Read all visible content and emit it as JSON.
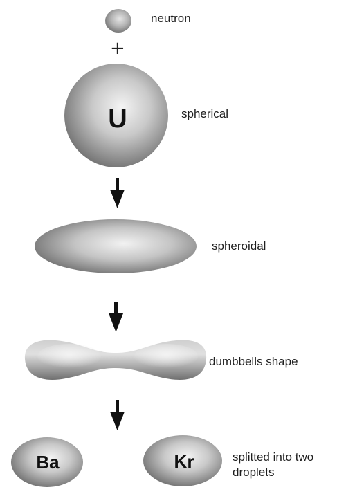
{
  "title": "",
  "steps": {
    "neutron": {
      "label": "neutron"
    },
    "plus": {
      "symbol": "+"
    },
    "uranium": {
      "symbol": "U",
      "label": "spherical"
    },
    "spheroid": {
      "label": "spheroidal"
    },
    "dumbbell": {
      "label": "dumbbells shape"
    },
    "split": {
      "label": "splitted into two droplets",
      "fragments": [
        {
          "symbol": "Ba"
        },
        {
          "symbol": "Kr"
        }
      ]
    }
  },
  "arrows": [
    "down-arrow",
    "down-arrow",
    "down-arrow"
  ],
  "colors": {
    "shape_light": "#f4f4f4",
    "shape_mid": "#b5b5b5",
    "shape_dark": "#6e6e6e",
    "arrow": "#111111",
    "text": "#1e1e1e"
  }
}
